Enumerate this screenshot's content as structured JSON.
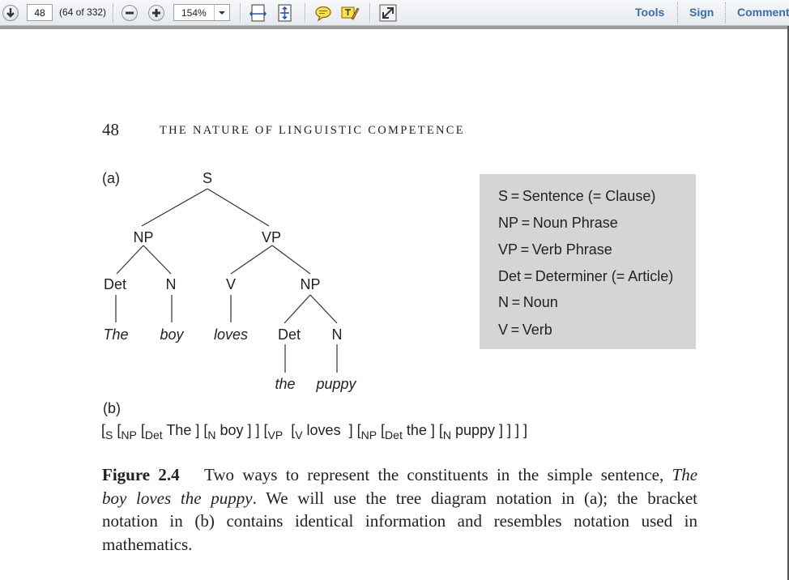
{
  "toolbar": {
    "page_number": "48",
    "page_count": "(64 of 332)",
    "zoom": "154%",
    "tools_label": "Tools",
    "sign_label": "Sign",
    "comment_label": "Comment"
  },
  "page": {
    "number": "48",
    "running_head": "THE NATURE OF LINGUISTIC COMPETENCE"
  },
  "tree": {
    "label": "(a)",
    "S": "S",
    "NP": "NP",
    "VP": "VP",
    "Det": "Det",
    "N": "N",
    "V": "V",
    "NP2": "NP",
    "Det2": "Det",
    "N2": "N",
    "the_word": "The",
    "boy_word": "boy",
    "loves_word": "loves",
    "the2_word": "the",
    "puppy_word": "puppy"
  },
  "legend": {
    "items": [
      "S = Sentence (= Clause)",
      "NP = Noun Phrase",
      "VP = Verb Phrase",
      "Det = Determiner (= Article)",
      "N = Noun",
      "V = Verb"
    ]
  },
  "bracket": {
    "label": "(b)",
    "parts": {
      "open1": "[",
      "S": "S",
      "open2": " [",
      "NP": "NP",
      "open3": " [",
      "Det": "Det",
      "w1": " The ] [",
      "N": "N",
      "w2": " boy ] ] [",
      "VP": "VP",
      "open4": "  [",
      "V": "V",
      "w3": " loves  ] [",
      "NP2": "NP",
      "open5": " [",
      "Det2": "Det",
      "w4": " the ] [",
      "N2": "N",
      "w5": " puppy ] ] ] ]"
    }
  },
  "caption": {
    "figure_label": "Figure 2.4",
    "line1_text": "Two ways to represent the constituents in the simple sentence,",
    "line1_italic": "The",
    "line2_italic": "boy loves the puppy",
    "line2_text": ". We will use the tree diagram notation in (a); the bracket",
    "line3": "notation in (b) contains identical information and resembles notation used in",
    "line4": "mathematics."
  }
}
